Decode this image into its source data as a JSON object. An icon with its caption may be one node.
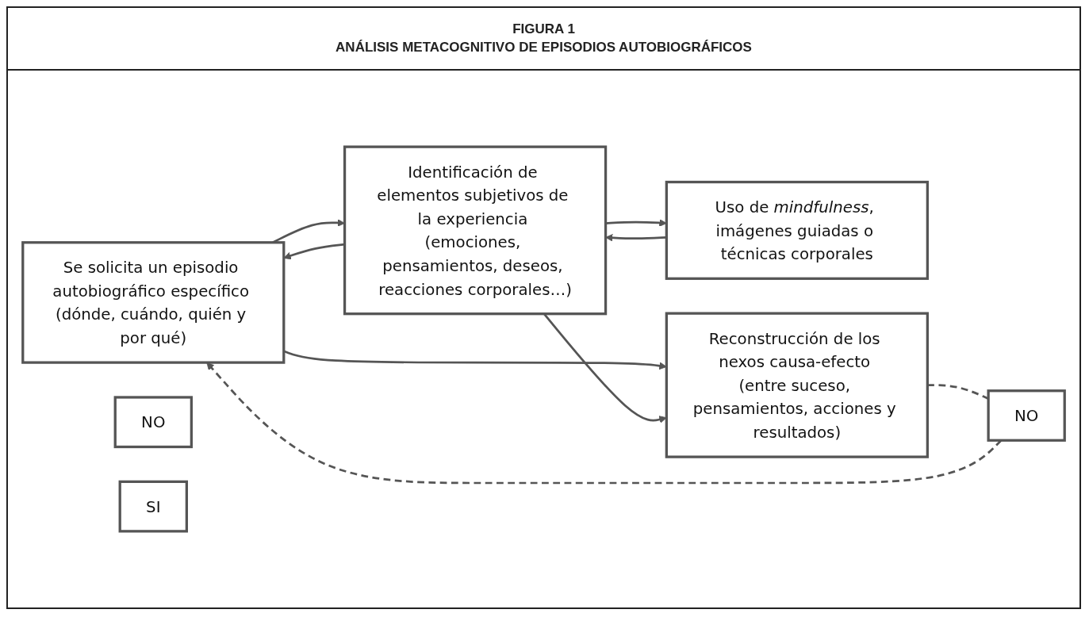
{
  "diagram": {
    "title": "ANÁLISIS METACOGNITIVO DE EPISODIOS AUTOBIOGRÁFICOS",
    "labels": [
      "FIGURA 1"
    ],
    "nodes": [
      {
        "text": [
          "Se solicita un episodio autobiográfico específico (dónde, cuándo, quién y por qué)"
        ]
      },
      {
        "text": [
          "Identificación de elementos subjetivos de la experiencia (emociones, pensamientos, deseos, reacciones corporales…)"
        ]
      },
      {
        "text": [
          "NO"
        ]
      },
      {
        "text": [
          "Uso de *mindfulness*, imágenes guiadas o técnicas corporales"
        ]
      },
      {
        "text": [
          "SI"
        ]
      },
      {
        "text": [
          "Reconstrucción de los nexos causa-efecto (entre suceso, pensamientos, acciones y resultados)"
        ]
      },
      {
        "text": [
          "NO"
        ]
      }
    ],
    "edges": [
      {
        "from": 0,
        "to": 1,
        "arrow": "to"
      },
      {
        "from": 1,
        "to": 0,
        "arrow": "to"
      },
      {
        "from": 1,
        "to": 3,
        "arrow": "to"
      },
      {
        "from": 3,
        "to": 1,
        "arrow": "to"
      },
      {
        "from": 0,
        "to": 5,
        "arrow": "to"
      },
      {
        "from": 1,
        "to": 5,
        "arrow": "to"
      },
      {
        "from": 5,
        "to": 6,
        "arrow": "none",
        "style": "dashed"
      },
      {
        "from": 6,
        "to": 0,
        "arrow": "to",
        "style": "dashed"
      }
    ]
  }
}
